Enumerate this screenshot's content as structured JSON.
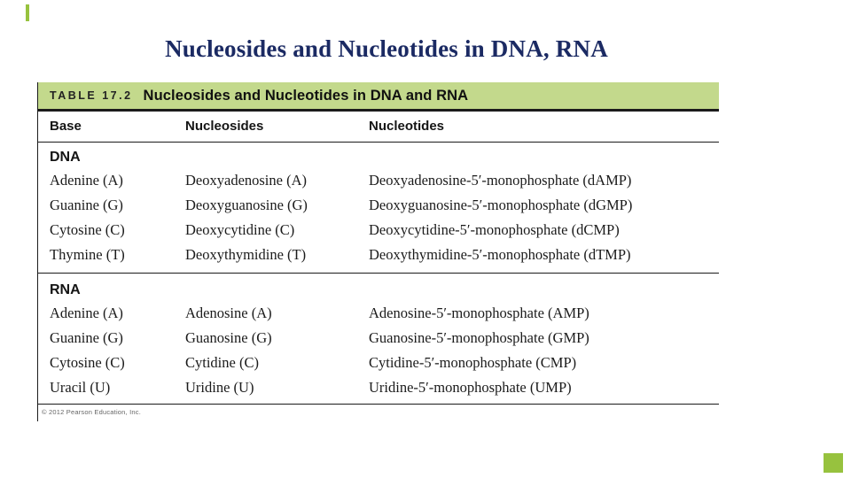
{
  "slide": {
    "title": "Nucleosides and Nucleotides in DNA, RNA"
  },
  "table": {
    "label": "TABLE 17.2",
    "caption": "Nucleosides and Nucleotides in DNA and RNA",
    "columns": [
      "Base",
      "Nucleosides",
      "Nucleotides"
    ],
    "sections": [
      {
        "name": "DNA",
        "rows": [
          [
            "Adenine (A)",
            "Deoxyadenosine (A)",
            "Deoxyadenosine-5′-monophosphate (dAMP)"
          ],
          [
            "Guanine (G)",
            "Deoxyguanosine (G)",
            "Deoxyguanosine-5′-monophosphate (dGMP)"
          ],
          [
            "Cytosine (C)",
            "Deoxycytidine (C)",
            "Deoxycytidine-5′-monophosphate (dCMP)"
          ],
          [
            "Thymine (T)",
            "Deoxythymidine (T)",
            "Deoxythymidine-5′-monophosphate (dTMP)"
          ]
        ]
      },
      {
        "name": "RNA",
        "rows": [
          [
            "Adenine (A)",
            "Adenosine (A)",
            "Adenosine-5′-monophosphate (AMP)"
          ],
          [
            "Guanine (G)",
            "Guanosine (G)",
            "Guanosine-5′-monophosphate (GMP)"
          ],
          [
            "Cytosine (C)",
            "Cytidine (C)",
            "Cytidine-5′-monophosphate (CMP)"
          ],
          [
            "Uracil (U)",
            "Uridine (U)",
            "Uridine-5′-monophosphate (UMP)"
          ]
        ]
      }
    ],
    "footnote": "© 2012 Pearson Education, Inc.",
    "colors": {
      "band_bg": "#C3D98C",
      "accent_green": "#97C23E",
      "title_color": "#1B2A63"
    }
  }
}
